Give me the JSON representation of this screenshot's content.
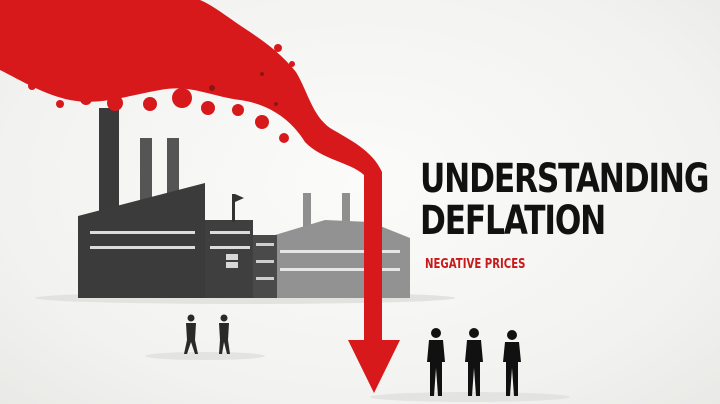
{
  "headline": {
    "line1": "UNDERSTANDING",
    "line2": "DEFLATION"
  },
  "subheading": "NEGATIVE PRICES",
  "colors": {
    "accent_red": "#d7191c",
    "factory_dark": "#3c3c3c",
    "factory_light": "#8c8c8c",
    "text": "#111111"
  },
  "scene": {
    "illustration": "factory with smoke turning into a downward arrow",
    "icons": [
      "factory-icon",
      "smoke-plume",
      "down-arrow-icon",
      "people-silhouettes"
    ]
  }
}
